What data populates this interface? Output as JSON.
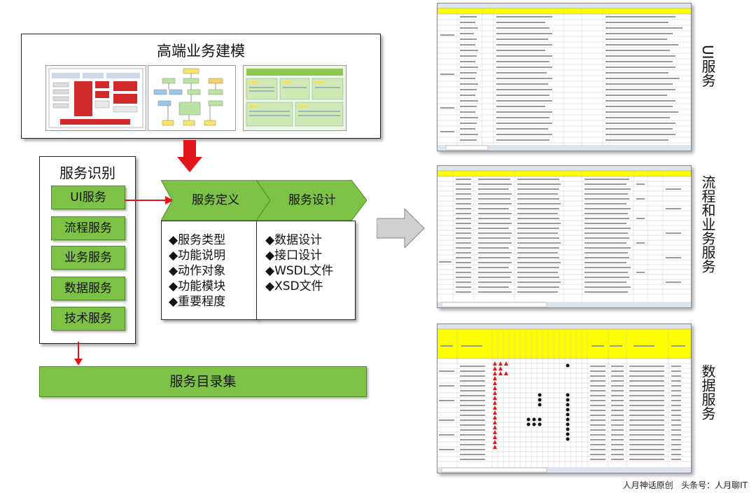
{
  "modeling": {
    "title": "高端业务建模"
  },
  "identify": {
    "title": "服务识别",
    "items": [
      "UI服务",
      "流程服务",
      "业务服务",
      "数据服务",
      "技术服务"
    ]
  },
  "definition": {
    "title": "服务定义",
    "items": [
      "◆服务类型",
      "◆功能说明",
      "◆动作对象",
      "◆功能模块",
      "◆重要程度"
    ]
  },
  "design": {
    "title": "服务设计",
    "items": [
      "◆数据设计",
      "◆接口设计",
      "◆WSDL文件",
      "◆XSD文件"
    ]
  },
  "catalog": {
    "label": "服务目录集"
  },
  "side_labels": {
    "ui": "UI服务",
    "process": "流程和业务服务",
    "data": "数据服务"
  },
  "footer": "人月神话原创   头条号：人月聊IT",
  "colors": {
    "green": "#7dc246",
    "green_border": "#4e8a22",
    "red_arrow": "#e0161b",
    "sheet_header": "#ffff00",
    "grey_arrow": "#c8c8c8"
  }
}
